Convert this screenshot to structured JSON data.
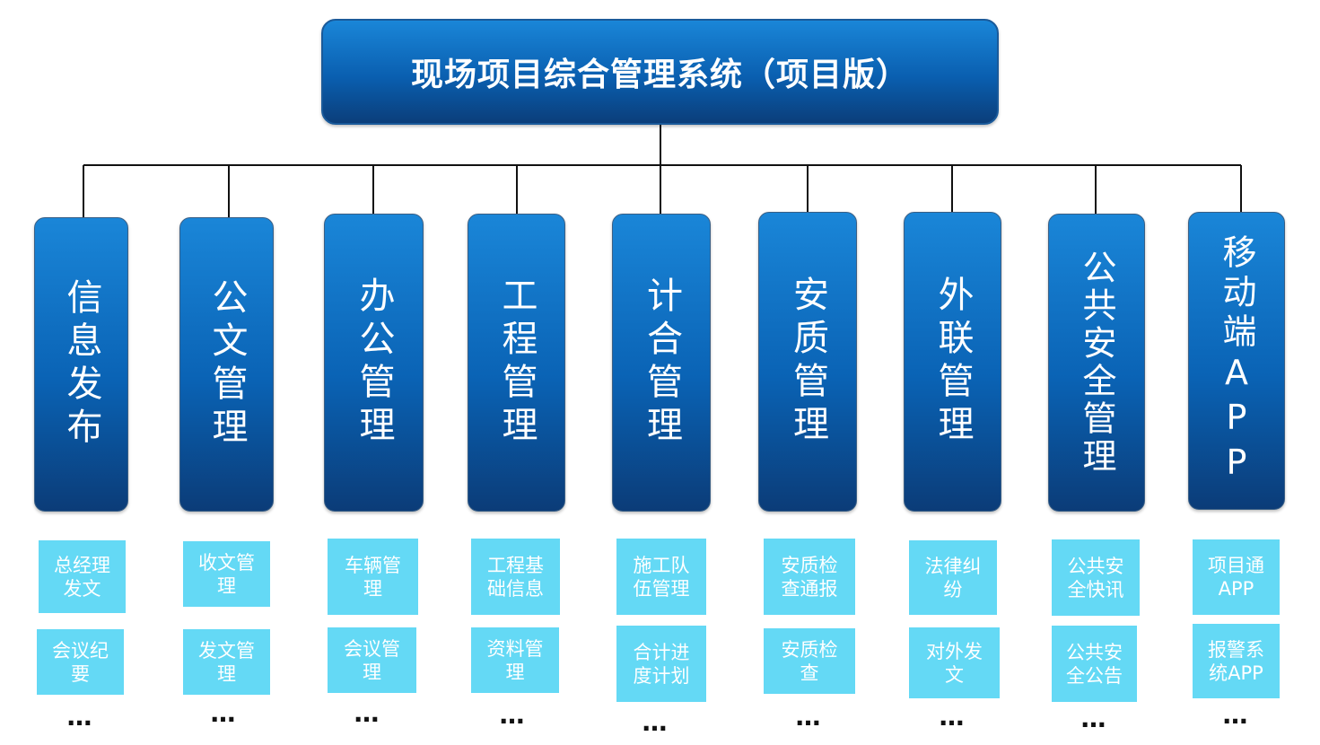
{
  "title": "现场项目综合管理系统（项目版）",
  "modules": [
    {
      "label": "信息发布",
      "items": [
        "总经理发文",
        "会议纪要"
      ],
      "more": "…"
    },
    {
      "label": "公文管理",
      "items": [
        "收文管理",
        "发文管理"
      ],
      "more": "…"
    },
    {
      "label": "办公管理",
      "items": [
        "车辆管理",
        "会议管理"
      ],
      "more": "…"
    },
    {
      "label": "工程管理",
      "items": [
        "工程基础信息",
        "资料管理"
      ],
      "more": "…"
    },
    {
      "label": "计合管理",
      "items": [
        "施工队伍管理",
        "合计进度计划"
      ],
      "more": "…"
    },
    {
      "label": "安质管理",
      "items": [
        "安质检查通报",
        "安质检查"
      ],
      "more": "…"
    },
    {
      "label": "外联管理",
      "items": [
        "法律纠纷",
        "对外发文"
      ],
      "more": "…"
    },
    {
      "label": "公共安全管理",
      "items": [
        "公共安全快讯",
        "公共安全公告"
      ],
      "more": "…"
    },
    {
      "label": "移动端APP",
      "items": [
        "项目通APP",
        "报警系统APP"
      ],
      "more": "…"
    }
  ]
}
